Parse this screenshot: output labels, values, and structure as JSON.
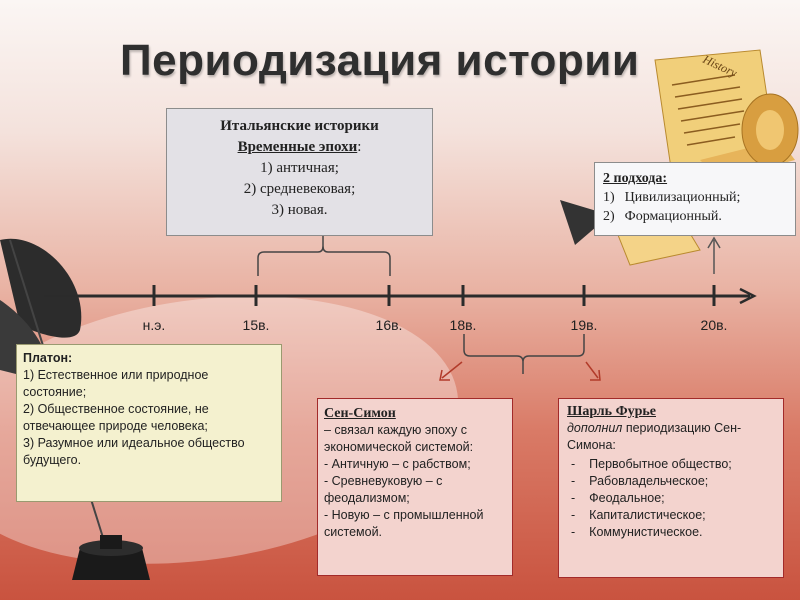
{
  "title": "Периодизация истории",
  "scroll_text": "History",
  "italian_box": {
    "heading": "Итальянские историки",
    "subheading": "Временные эпохи",
    "subheading_suffix": ":",
    "items": [
      "1) античная;",
      "2) средневековая;",
      "3) новая."
    ]
  },
  "approaches_box": {
    "heading": "2 подхода:",
    "items": [
      {
        "num": "1)",
        "text": "Цивилизационный;"
      },
      {
        "num": "2)",
        "text": "Формационный."
      }
    ]
  },
  "timeline": {
    "ticks": [
      "н.э.",
      "15в.",
      "16в.",
      "18в.",
      "19в.",
      "20в."
    ]
  },
  "plato_box": {
    "heading": "Платон:",
    "items": [
      "1) Естественное или природное состояние;",
      "2) Общественное состояние, не отвечающее природе человека;",
      "3) Разумное или идеальное общество будущего."
    ]
  },
  "saint_simon_box": {
    "heading": "Сен-Симон",
    "lines": [
      "– связал каждую эпоху с экономической системой:",
      "- Античную – с рабством;",
      "- Сревневуковую – с феодализмом;",
      " - Новую – с промышленной системой."
    ]
  },
  "fourier_box": {
    "heading": "Шарль Фурье",
    "intro_italic": "дополнил",
    "intro_rest": " периодизацию Сен-Симона:",
    "bullet": "-",
    "items": [
      "Первобытное общество;",
      "Рабовладельческое;",
      "Феодальное;",
      "Капиталистическое;",
      "Коммунистическое."
    ]
  },
  "colors": {
    "axis": "#2b2b2b",
    "arrow_red": "#b23b2a",
    "box_border_red": "#a22a2a"
  }
}
